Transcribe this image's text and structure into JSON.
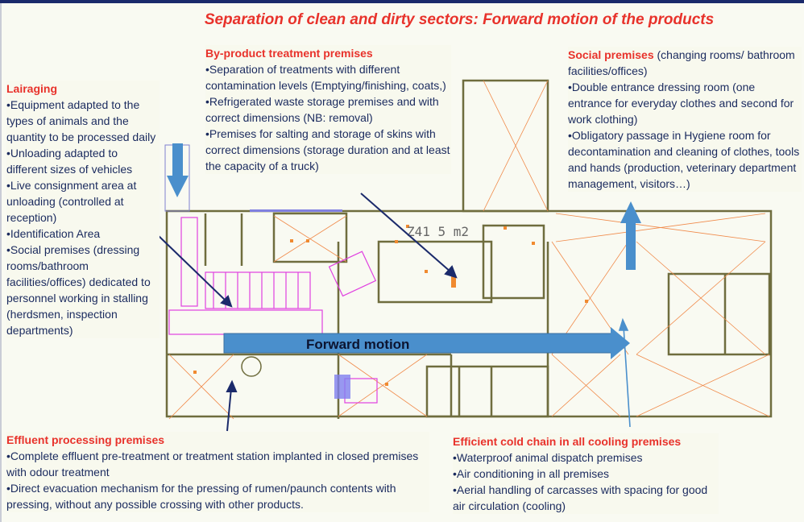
{
  "title": "Separation of clean and dirty sectors: Forward motion of the products",
  "lairaging": {
    "heading": "Lairaging",
    "items": [
      "•Equipment adapted to the types of animals and the quantity to be processed daily",
      "•Unloading adapted to different sizes of vehicles",
      "•Live consignment area at unloading (controlled at reception)",
      "•Identification Area",
      "•Social premises (dressing rooms/bathroom facilities/offices) dedicated to personnel working in stalling (herdsmen, inspection departments)"
    ]
  },
  "byproduct": {
    "heading": "By-product treatment premises",
    "items": [
      "•Separation of treatments with different contamination levels (Emptying/finishing, coats,)",
      "•Refrigerated waste storage premises and with correct dimensions (NB: removal)",
      "•Premises for salting and storage of skins with correct dimensions (storage duration and at least the capacity of a truck)"
    ]
  },
  "social": {
    "heading": "Social premises",
    "heading_suffix": " (changing rooms/ bathroom facilities/offices)",
    "items": [
      "•Double entrance dressing room (one entrance for everyday clothes and second for work clothing)",
      "•Obligatory passage in Hygiene room for decontamination and cleaning of clothes, tools and hands (production, veterinary department management, visitors…)"
    ]
  },
  "effluent": {
    "heading": "Effluent processing premises",
    "items": [
      "•Complete effluent pre-treatment or treatment station implanted in closed premises with odour treatment",
      "•Direct evacuation mechanism for the pressing of rumen/paunch contents with pressing, without any possible crossing with other products."
    ]
  },
  "coldchain": {
    "heading": "Efficient cold chain in all cooling premises",
    "items": [
      "•Waterproof animal dispatch premises",
      "•Air conditioning in all premises",
      "•Aerial handling of carcasses with spacing for good air circulation (cooling)"
    ]
  },
  "plan": {
    "forward_label": "Forward motion",
    "area_label": "Z41 5 m2"
  },
  "colors": {
    "accent_red": "#e8322b",
    "text_navy": "#1a2a5e",
    "arrow_blue": "#4a8fcc"
  }
}
